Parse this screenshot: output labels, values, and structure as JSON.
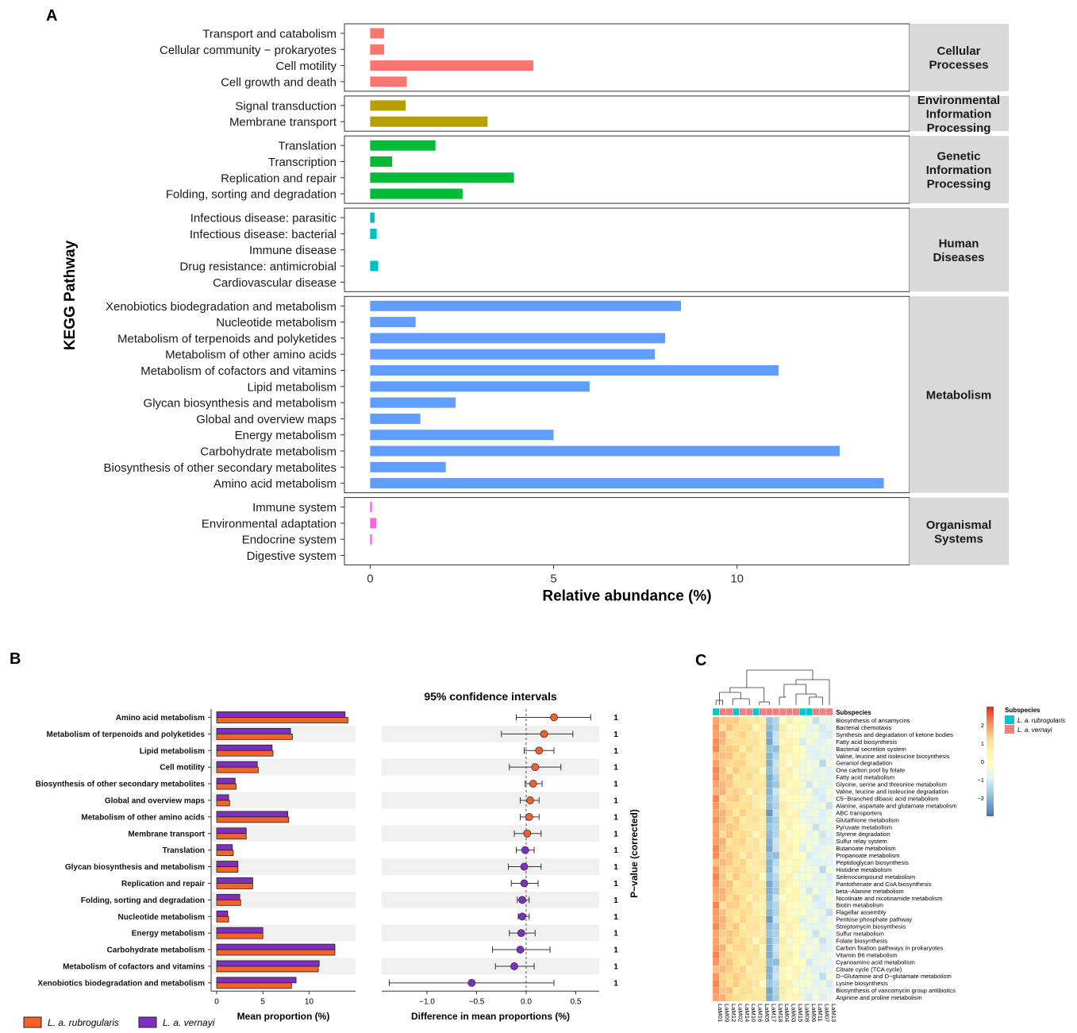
{
  "panel_labels": {
    "a": "A",
    "b": "B",
    "c": "C"
  },
  "colors": {
    "cellular": "#f8766d",
    "environmental": "#b79f00",
    "genetic": "#00ba38",
    "human": "#00bfc4",
    "metabolism": "#619cff",
    "organismal": "#f564e3",
    "rubrogularis": "#f2622a",
    "vernayi": "#7f2fbf",
    "strip": "#d9d9d9",
    "heat_teal": "#00c8c8",
    "heat_pink": "#f08080"
  },
  "chart_data": [
    {
      "type": "bar",
      "panel": "A",
      "orientation": "horizontal",
      "title": "",
      "xlabel": "Relative abundance (%)",
      "ylabel": "KEGG Pathway",
      "xlim": [
        -0.7,
        14.7
      ],
      "xticks": [
        0,
        5,
        10
      ],
      "grid": false,
      "groups": [
        {
          "name": "Cellular Processes",
          "strip": [
            "Cellular",
            "Processes"
          ],
          "color_key": "cellular",
          "categories": [
            "Transport and catabolism",
            "Cellular community − prokaryotes",
            "Cell motility",
            "Cell growth and death"
          ],
          "values": [
            0.38,
            0.38,
            4.45,
            1.0
          ]
        },
        {
          "name": "Environmental Information Processing",
          "strip": [
            "Environmental",
            "Information",
            "Processing"
          ],
          "color_key": "environmental",
          "categories": [
            "Signal transduction",
            "Membrane transport"
          ],
          "values": [
            0.97,
            3.2
          ]
        },
        {
          "name": "Genetic Information Processing",
          "strip": [
            "Genetic",
            "Information",
            "Processing"
          ],
          "color_key": "genetic",
          "categories": [
            "Translation",
            "Transcription",
            "Replication and repair",
            "Folding, sorting and degradation"
          ],
          "values": [
            1.78,
            0.6,
            3.92,
            2.52
          ]
        },
        {
          "name": "Human Diseases",
          "strip": [
            "Human",
            "Diseases"
          ],
          "color_key": "human",
          "categories": [
            "Infectious disease: parasitic",
            "Infectious disease: bacterial",
            "Immune disease",
            "Drug resistance: antimicrobial",
            "Cardiovascular disease"
          ],
          "values": [
            0.12,
            0.18,
            0.0,
            0.22,
            0.0
          ]
        },
        {
          "name": "Metabolism",
          "strip": [
            "Metabolism"
          ],
          "color_key": "metabolism",
          "categories": [
            "Xenobiotics biodegradation and metabolism",
            "Nucleotide metabolism",
            "Metabolism of terpenoids and polyketides",
            "Metabolism of other amino acids",
            "Metabolism of cofactors and vitamins",
            "Lipid metabolism",
            "Glycan biosynthesis and metabolism",
            "Global and overview maps",
            "Energy metabolism",
            "Carbohydrate metabolism",
            "Biosynthesis of other secondary metabolites",
            "Amino acid metabolism"
          ],
          "values": [
            8.47,
            1.24,
            8.04,
            7.76,
            11.13,
            5.98,
            2.33,
            1.37,
            5.0,
            12.8,
            2.06,
            14.0
          ]
        },
        {
          "name": "Organismal Systems",
          "strip": [
            "Organismal",
            "Systems"
          ],
          "color_key": "organismal",
          "categories": [
            "Immune system",
            "Environmental adaptation",
            "Endocrine system",
            "Digestive system"
          ],
          "values": [
            0.05,
            0.17,
            0.05,
            0.0
          ]
        }
      ]
    },
    {
      "type": "bar",
      "panel": "B-left",
      "orientation": "horizontal",
      "xlabel": "Mean proportion (%)",
      "xlim": [
        0,
        15
      ],
      "xticks": [
        0,
        5,
        10
      ],
      "categories": [
        "Amino acid metabolism",
        "Metabolism of terpenoids and polyketides",
        "Lipid metabolism",
        "Cell motility",
        "Biosynthesis of other secondary metabolites",
        "Global and overview maps",
        "Metabolism of other amino acids",
        "Membrane transport",
        "Translation",
        "Glycan biosynthesis and metabolism",
        "Replication and repair",
        "Folding, sorting and degradation",
        "Nucleotide metabolism",
        "Energy metabolism",
        "Carbohydrate metabolism",
        "Metabolism of cofactors and vitamins",
        "Xenobiotics biodegradation and metabolism"
      ],
      "series": [
        {
          "name": "L. a. vernayi",
          "color_key": "vernayi",
          "values": [
            13.9,
            8.0,
            6.0,
            4.4,
            2.0,
            1.3,
            7.7,
            3.2,
            1.7,
            2.3,
            3.9,
            2.5,
            1.2,
            5.0,
            12.8,
            11.1,
            8.6
          ]
        },
        {
          "name": "L. a. rubrogularis",
          "color_key": "rubrogularis",
          "values": [
            14.2,
            8.2,
            6.1,
            4.5,
            2.1,
            1.4,
            7.8,
            3.2,
            1.8,
            2.3,
            3.9,
            2.6,
            1.3,
            5.0,
            12.8,
            11.0,
            8.1
          ]
        }
      ],
      "legend": {
        "placement": "bottom-left",
        "items": [
          "L. a. rubrogularis",
          "L. a. vernayi"
        ]
      }
    },
    {
      "type": "scatter",
      "panel": "B-right",
      "title": "95% confidence intervals",
      "xlabel": "Difference in mean proportions (%)",
      "ylabel": "P−value (corrected)",
      "xlim": [
        -1.5,
        0.75
      ],
      "xticks": [
        -1.0,
        -0.5,
        0.0,
        0.5
      ],
      "xtick_labels": [
        "−1.0",
        "−0.5",
        "0.0",
        "0.5"
      ],
      "diff": [
        0.28,
        0.18,
        0.13,
        0.09,
        0.07,
        0.04,
        0.03,
        0.01,
        -0.01,
        -0.02,
        -0.02,
        -0.04,
        -0.04,
        -0.05,
        -0.06,
        -0.12,
        -0.55
      ],
      "ci_low": [
        -0.1,
        -0.25,
        -0.02,
        -0.17,
        -0.01,
        -0.06,
        -0.06,
        -0.12,
        -0.1,
        -0.18,
        -0.15,
        -0.09,
        -0.08,
        -0.17,
        -0.34,
        -0.31,
        -1.38
      ],
      "ci_high": [
        0.65,
        0.47,
        0.28,
        0.35,
        0.16,
        0.13,
        0.13,
        0.15,
        0.08,
        0.15,
        0.12,
        0.03,
        0.03,
        0.09,
        0.24,
        0.08,
        0.28
      ],
      "pvalues": [
        "1",
        "1",
        "1",
        "1",
        "1",
        "1",
        "1",
        "1",
        "1",
        "1",
        "1",
        "1",
        "1",
        "1",
        "1",
        "1",
        "1"
      ]
    },
    {
      "type": "heatmap",
      "panel": "C",
      "columns": [
        "LaM01",
        "LaM09",
        "LaM12",
        "LaM02",
        "LaM14",
        "LaM10",
        "LaM16",
        "LaM05",
        "LaM17",
        "LaM18",
        "LaM04",
        "LaM03",
        "LaM15",
        "LaM08",
        "LaM06",
        "LaM11",
        "LaM07",
        "LaM13"
      ],
      "subspecies": [
        "rubrogularis",
        "vernayi",
        "vernayi",
        "rubrogularis",
        "vernayi",
        "vernayi",
        "rubrogularis",
        "vernayi",
        "vernayi",
        "vernayi",
        "vernayi",
        "vernayi",
        "vernayi",
        "rubrogularis",
        "rubrogularis",
        "vernayi",
        "vernayi",
        "vernayi"
      ],
      "annotation_title": "Subspecies",
      "legend_title": "Subspecies",
      "legend_items": [
        "L. a. rubrogularis",
        "L. a. vernayi"
      ],
      "scale_ticks": [
        "2",
        "1",
        "0",
        "−1",
        "−2"
      ],
      "rows": [
        "Biosynthesis of ansamycins",
        "Bacterial chemotaxis",
        "Synthesis and degradation of ketone bodies",
        "Fatty acid biosynthesis",
        "Bacterial secretion system",
        "Valine, leucine and isoleucine biosynthesis",
        "Geraniol degradation",
        "One carbon pool by folate",
        "Fatty acid metabolism",
        "Glycine, serine and threonine metabolism",
        "Valine, leucine and isoleucine degradation",
        "C5−Branched dibasic acid metabolism",
        "Alanine, aspartate and glutamate metabolism",
        "ABC transporters",
        "Glutathione metabolism",
        "Pyruvate metabolism",
        "Styrene degradation",
        "Sulfur relay system",
        "Butanoate metabolism",
        "Propanoate metabolism",
        "Peptidoglycan biosynthesis",
        "Histidine metabolism",
        "Selenocompound metabolism",
        "Pantothenate and CoA biosynthesis",
        "beta−Alanine metabolism",
        "Nicotinate and nicotinamide metabolism",
        "Biotin metabolism",
        "Flagellar assembly",
        "Pentose phosphate pathway",
        "Streptomycin biosynthesis",
        "Sulfur metabolism",
        "Folate biosynthesis",
        "Carbon fixation pathways in prokaryotes",
        "Vitamin B6 metabolism",
        "Cyanoamino acid metabolism",
        "Citrate cycle (TCA cycle)",
        "D−Glutamine and D−glutamate metabolism",
        "Lysine biosynthesis",
        "Biosynthesis of vancomycin group antibiotics",
        "Arginine and proline metabolism"
      ],
      "column_profile": [
        1.9,
        1.4,
        1.2,
        1.1,
        1.0,
        0.9,
        0.8,
        0.6,
        -1.6,
        -1.0,
        0.4,
        0.3,
        0.2,
        -0.2,
        -0.3,
        -0.4,
        -0.5,
        -0.4
      ]
    }
  ]
}
